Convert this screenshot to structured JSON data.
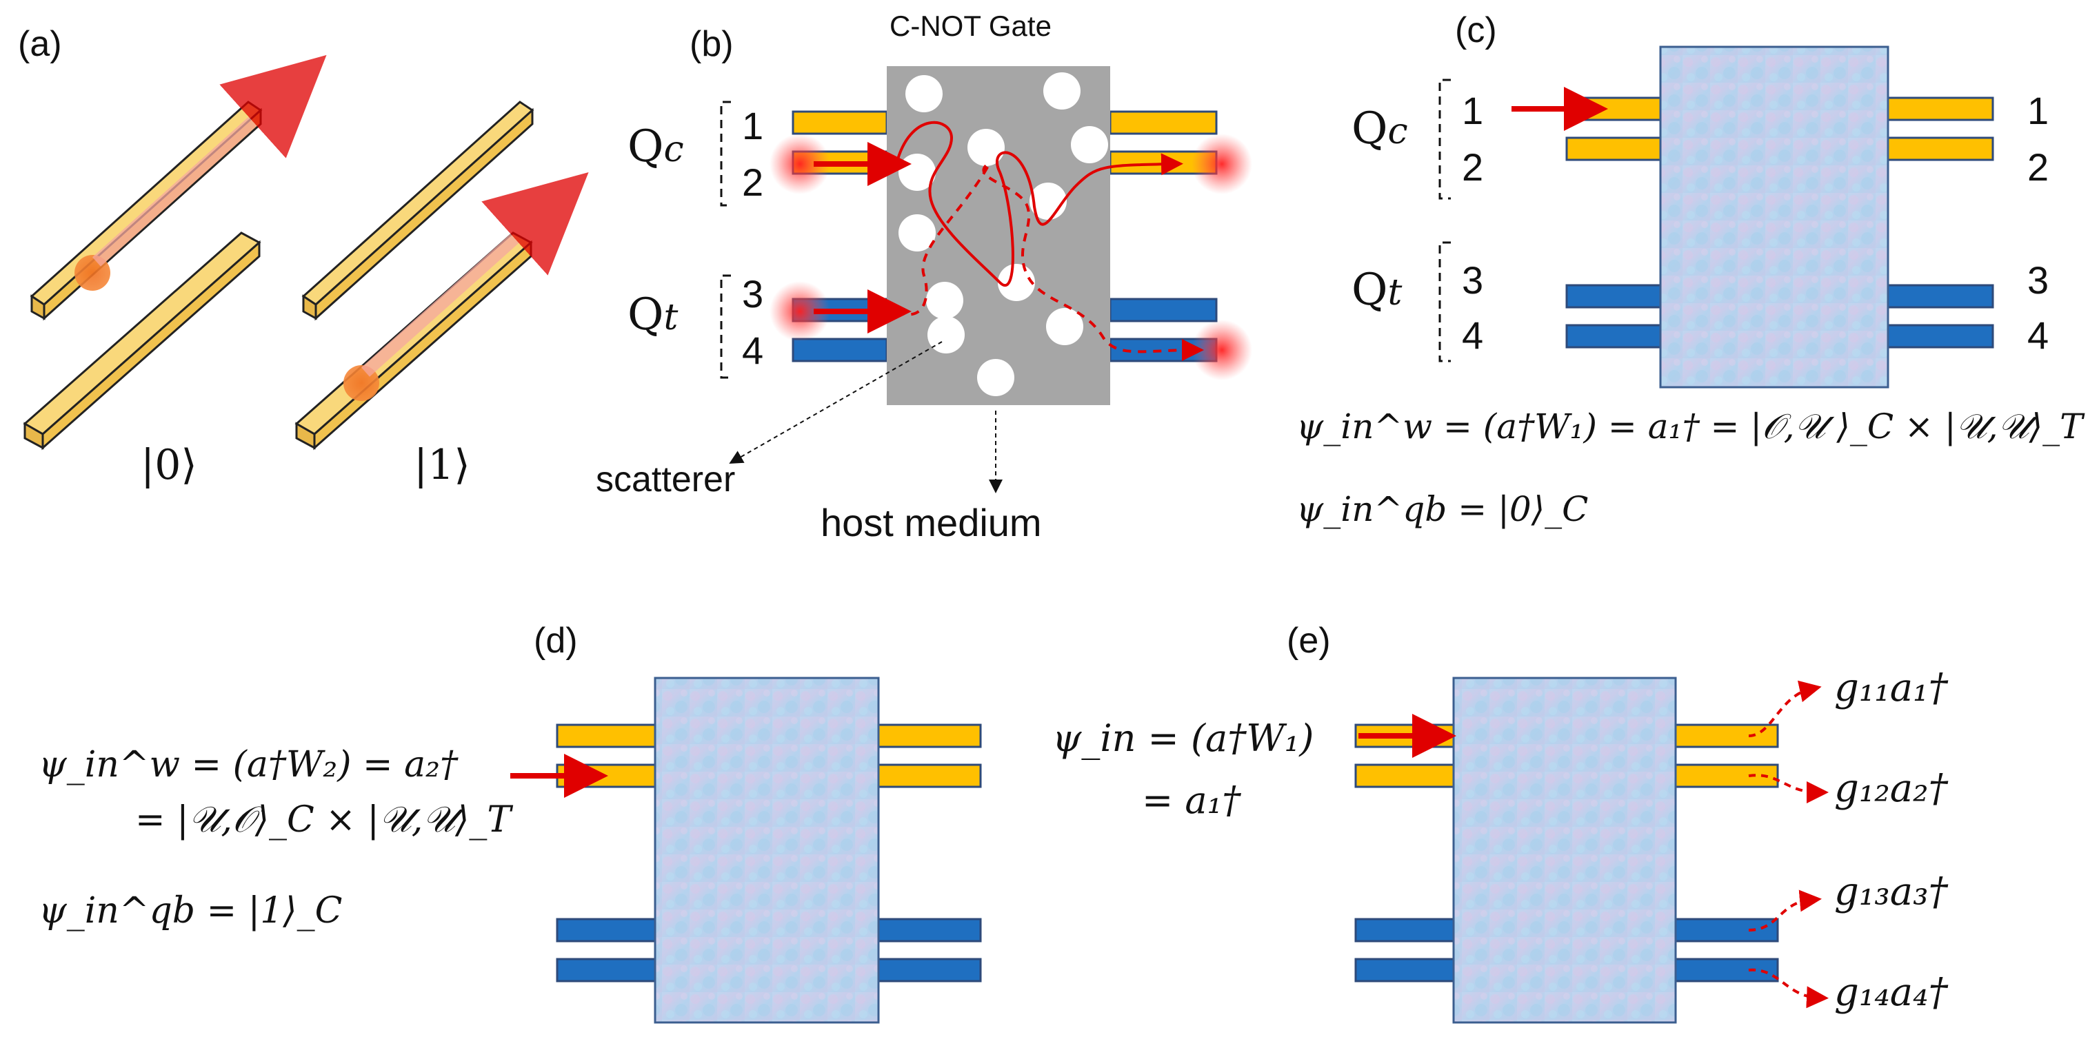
{
  "panels": {
    "a": {
      "label": "(a)",
      "ket0": "|0⟩",
      "ket1": "|1⟩"
    },
    "b": {
      "label": "(b)",
      "title": "C-NOT Gate",
      "qc": "Q",
      "qc_sub": "c",
      "qt": "Q",
      "qt_sub": "t",
      "ports": [
        "1",
        "2",
        "3",
        "4"
      ],
      "scatterer": "scatterer",
      "host": "host medium"
    },
    "c": {
      "label": "(c)",
      "qc": "Q",
      "qc_sub": "c",
      "qt": "Q",
      "qt_sub": "t",
      "ports_left": [
        "1",
        "2",
        "3",
        "4"
      ],
      "ports_right": [
        "1",
        "2",
        "3",
        "4"
      ],
      "eq1": "ψ_in^w = (a†W₁) = a₁† = |𝒪,𝒰 ⟩_C × |𝒰,𝒰⟩_T",
      "eq2": "ψ_in^qb = |0⟩_C"
    },
    "d": {
      "label": "(d)",
      "eq1": "ψ_in^w = (a†W₂) = a₂†",
      "eq1b": "= |𝒰,𝒪⟩_C × |𝒰,𝒰⟩_T",
      "eq2": "ψ_in^qb = |1⟩_C"
    },
    "e": {
      "label": "(e)",
      "eq1": "ψ_in = (a†W₁)",
      "eq1b": "= a₁†",
      "outputs": [
        "g₁₁a₁†",
        "g₁₂a₂†",
        "g₁₃a₃†",
        "g₁₄a₄†"
      ]
    }
  },
  "colors": {
    "gold": "#FFC000",
    "gold_light": "#F8D77A",
    "blue": "#1F6FC0",
    "arrow_red": "#E00000",
    "medium_gray": "#A6A6A6",
    "medium_pattern": "#B8CFEA"
  }
}
